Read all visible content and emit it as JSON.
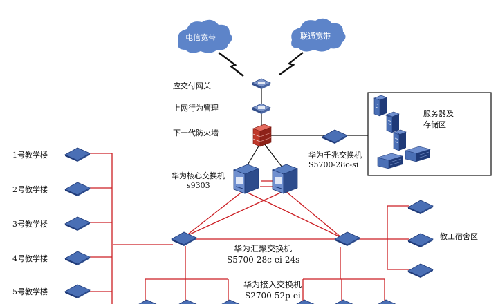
{
  "clouds": [
    {
      "label": "电信宽带"
    },
    {
      "label": "联通宽带"
    }
  ],
  "devices": {
    "gateway": "应交付网关",
    "behavior": "上网行为管理",
    "firewall": "下一代防火墙",
    "core_switch": {
      "line1": "华为核心交换机",
      "line2": "s9303"
    },
    "gigabit_switch": {
      "line1": "华为千兆交换机",
      "line2": "S5700-28c-si"
    },
    "aggregation_switch": {
      "line1": "华为汇聚交换机",
      "line2": "S5700-28c-ei-24s"
    },
    "access_switch": {
      "line1": "华为接入交换机",
      "line2": "S2700-52p-ei"
    },
    "server_area": {
      "line1": "服务器及",
      "line2": "存储区"
    },
    "dorm": "教工宿舍区"
  },
  "buildings": [
    "1号教学楼",
    "2号教学楼",
    "3号教学楼",
    "4号教学楼",
    "5号教学楼"
  ],
  "colors": {
    "link_red": "#cc1f24",
    "link_black": "#111111",
    "switch_top": "#4a6fb5",
    "switch_side": "#1f3a78",
    "cloud": "#5d84c9",
    "firewall": "#c0392b"
  }
}
